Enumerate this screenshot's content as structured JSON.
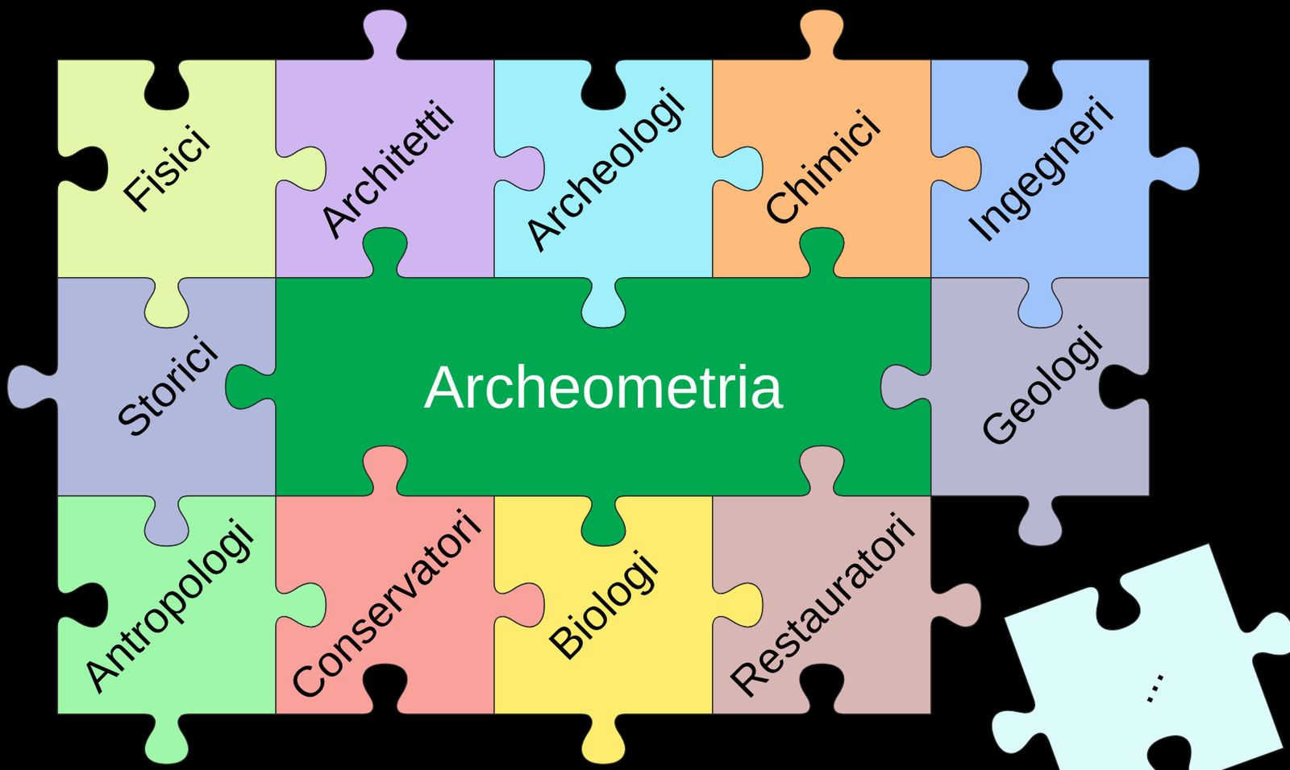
{
  "diagram": {
    "nodes": [
      {
        "text": [
          "Fisici"
        ]
      },
      {
        "text": [
          "Architetti"
        ]
      },
      {
        "text": [
          "Archeologi"
        ]
      },
      {
        "text": [
          "Chimici"
        ]
      },
      {
        "text": [
          "Ingegneri"
        ]
      },
      {
        "text": [
          "Storici"
        ]
      },
      {
        "text": [
          "Archeometria"
        ]
      },
      {
        "text": [
          "Geologi"
        ]
      },
      {
        "text": [
          "Antropologi"
        ]
      },
      {
        "text": [
          "Conservatori"
        ]
      },
      {
        "text": [
          "Biologi"
        ]
      },
      {
        "text": [
          "Restauratori"
        ]
      },
      {
        "text": [
          "..."
        ]
      }
    ]
  }
}
